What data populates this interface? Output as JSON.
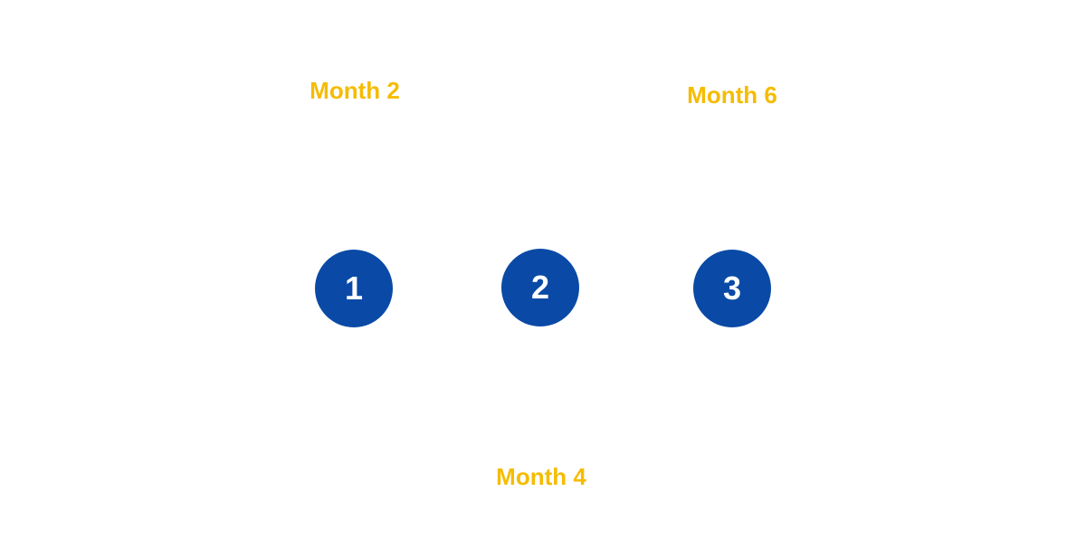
{
  "colors": {
    "label": "#F5BC00",
    "circle": "#0A4AA6",
    "number": "#FFFFFF",
    "background": "#FFFFFF"
  },
  "steps": [
    {
      "number": "1",
      "label": "Month 2"
    },
    {
      "number": "2",
      "label": "Month 4"
    },
    {
      "number": "3",
      "label": "Month 6"
    }
  ]
}
